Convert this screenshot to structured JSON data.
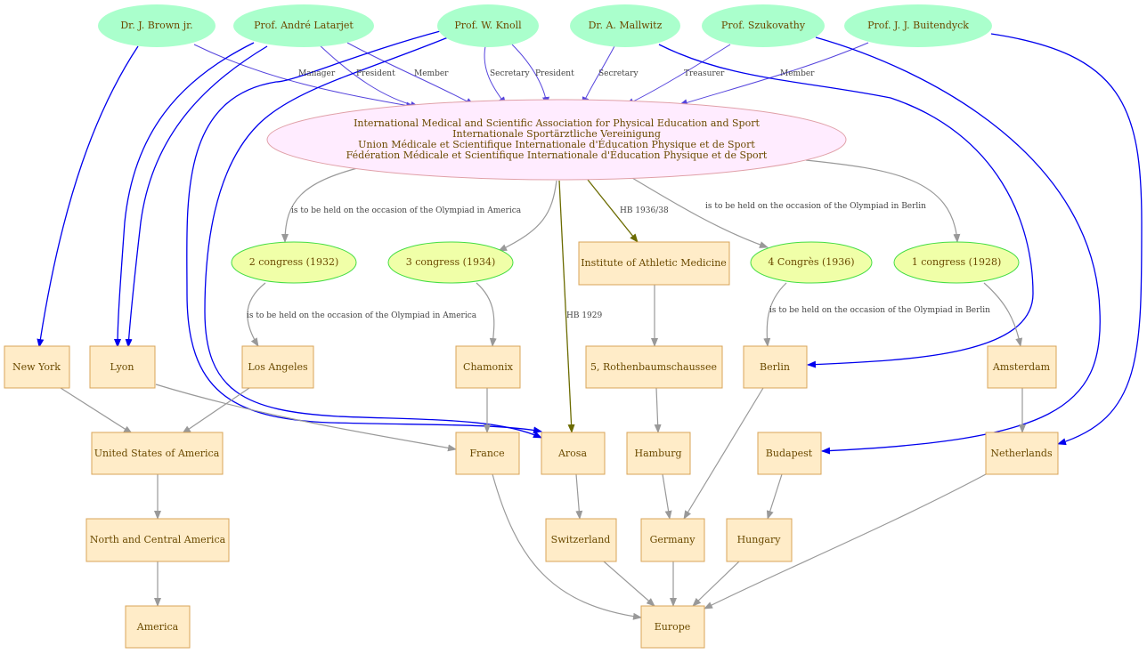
{
  "people": {
    "brown": "Dr.  J. Brown jr.",
    "latarjet": "Prof. André Latarjet",
    "knoll": "Prof. W. Knoll",
    "mallwitz": "Dr. A. Mallwitz",
    "szukovathy": "Prof. Szukovathy",
    "buitendyck": "Prof. J. J.  Buitendyck"
  },
  "organization": {
    "line1": "International Medical and Scientific Association for Physical Education and Sport",
    "line2": "Internationale Sportärztliche Vereinigung",
    "line3": "Union Médicale et Scientifique Internationale d'Éducation Physique et de Sport",
    "line4": "Fédération Médicale et Scientifique Internationale d'Éducation Physique et de Sport"
  },
  "congresses": {
    "c1932": "2 congress (1932)",
    "c1934": "3 congress (1934)",
    "c1936": "4 Congrès (1936)",
    "c1928": "1 congress (1928)"
  },
  "places": {
    "institute": "Institute of Athletic Medicine",
    "newyork": "New York",
    "lyon": "Lyon",
    "losangeles": "Los Angeles",
    "chamonix": "Chamonix",
    "rothenbaum": "5, Rothenbaumschaussee",
    "berlin": "Berlin",
    "amsterdam": "Amsterdam",
    "usa": "United States of America",
    "france": "France",
    "arosa": "Arosa",
    "hamburg": "Hamburg",
    "budapest": "Budapest",
    "netherlands": "Netherlands",
    "nca": "North and Central America",
    "switzerland": "Switzerland",
    "germany": "Germany",
    "hungary": "Hungary",
    "america": "America",
    "europe": "Europe"
  },
  "edge_labels": {
    "manager": "Manager",
    "president1": "President",
    "member1": "Member",
    "secretary1": "Secretary",
    "president2": "President",
    "secretary2": "Secretary",
    "treasurer": "Treasurer",
    "member2": "Member",
    "olympiad_america_1": "is to be held on the occasion of the Olympiad in America",
    "hb3638": "HB 1936/38",
    "olympiad_berlin_1": "is to be held on the occasion of the Olympiad in Berlin",
    "olympiad_america_2": "is to be held on the occasion of the Olympiad in America",
    "hb1929": "HB 1929",
    "olympiad_berlin_2": "is to be held on the occasion of the Olympiad in Berlin"
  },
  "colors": {
    "person_fill": "#aaffcc",
    "congress_fill": "#f0ffa8",
    "congress_stroke": "#44dd44",
    "place_fill": "#ffecc8",
    "place_stroke": "#d8a458",
    "org_fill": "#ffecff",
    "org_stroke": "#e0a0a8",
    "role_edge": "#5544dd",
    "location_edge": "#0000ee",
    "hierarchy_edge": "#999999",
    "hb_edge": "#6b6b00",
    "text": "#6b4a00"
  }
}
